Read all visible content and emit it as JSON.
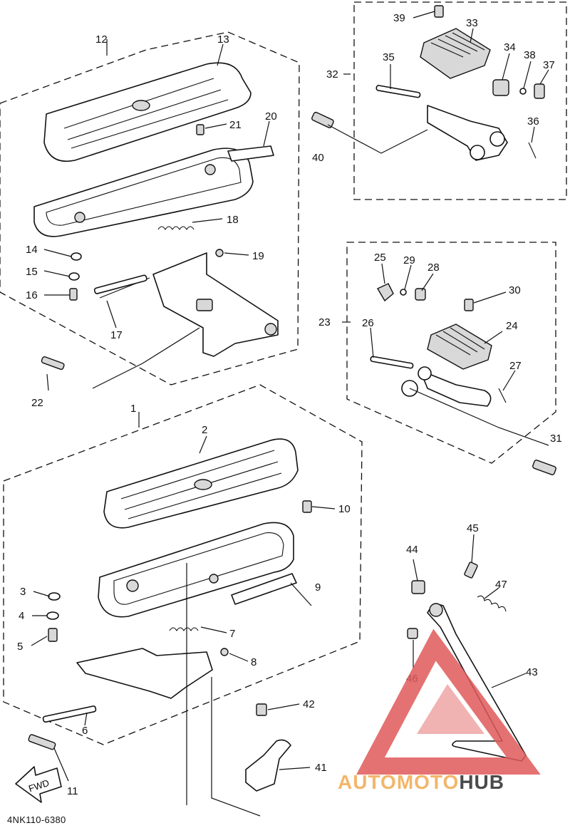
{
  "diagram": {
    "code": "4NK110-6380",
    "fwd_label": "FWD",
    "callouts": [
      "1",
      "2",
      "3",
      "4",
      "5",
      "6",
      "7",
      "8",
      "9",
      "10",
      "11",
      "12",
      "13",
      "14",
      "15",
      "16",
      "17",
      "18",
      "19",
      "20",
      "21",
      "22",
      "23",
      "24",
      "25",
      "26",
      "27",
      "28",
      "29",
      "30",
      "31",
      "32",
      "33",
      "34",
      "35",
      "36",
      "37",
      "38",
      "39",
      "40",
      "41",
      "42",
      "43",
      "44",
      "45",
      "46",
      "47"
    ]
  },
  "watermark": {
    "part1": "AUTOMOTO",
    "part2": "HUB",
    "color_primary": "#e05a5a",
    "color_text1": "#f2b66a",
    "color_text2": "#4a4a4a"
  }
}
